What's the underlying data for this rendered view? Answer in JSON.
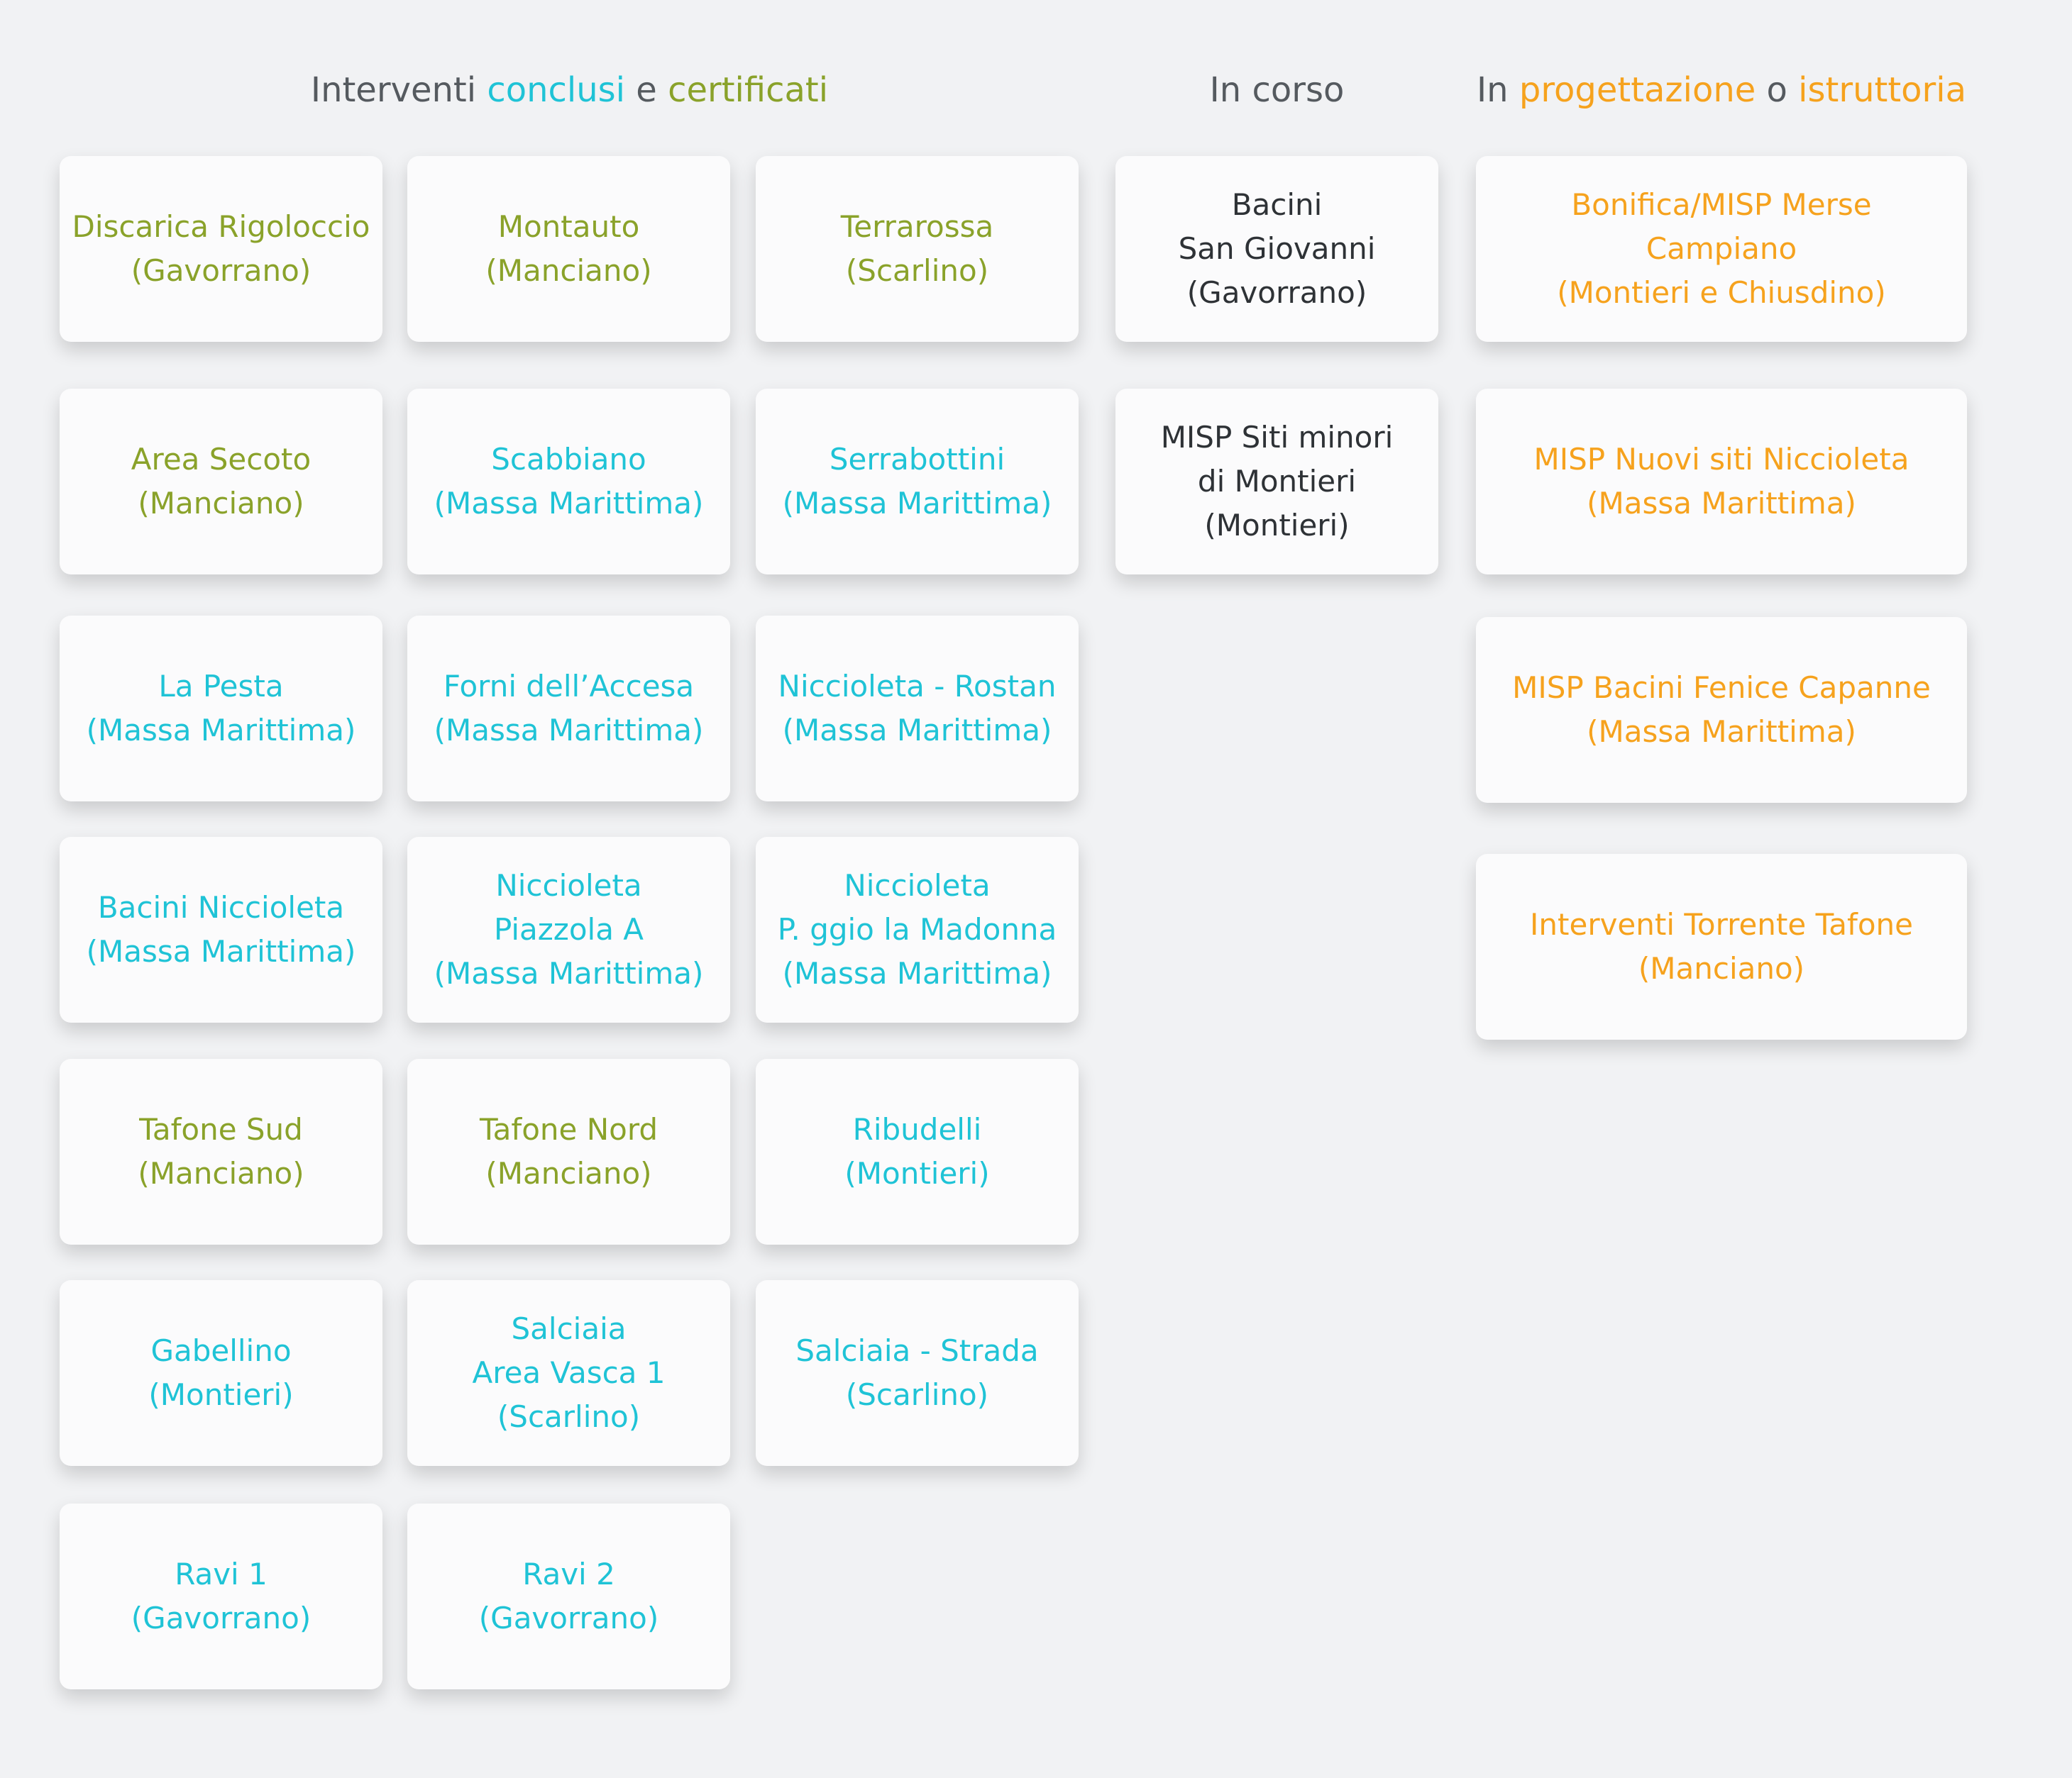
{
  "colors": {
    "green": "#8aa22a",
    "cyan": "#1fc3d6",
    "orange": "#f6a21d",
    "dark": "#2e3236",
    "header_gray": "#555a5f"
  },
  "headers": {
    "completed": {
      "prefix": "Interventi ",
      "word1": "conclusi",
      "mid": " e ",
      "word2": "certificati"
    },
    "in_progress": {
      "label": "In corso"
    },
    "planning": {
      "prefix": "In ",
      "word1": "progettazione",
      "mid": " o ",
      "word2": "istruttoria"
    }
  },
  "completed_cards": [
    {
      "label": "Discarica Rigoloccio\n(Gavorrano)",
      "status": "certified"
    },
    {
      "label": "Montauto\n(Manciano)",
      "status": "certified"
    },
    {
      "label": "Terrarossa\n(Scarlino)",
      "status": "certified"
    },
    {
      "label": "Area Secoto\n(Manciano)",
      "status": "certified"
    },
    {
      "label": "Scabbiano\n(Massa Marittima)",
      "status": "concluded"
    },
    {
      "label": "Serrabottini\n(Massa Marittima)",
      "status": "concluded"
    },
    {
      "label": "La Pesta\n(Massa Marittima)",
      "status": "concluded"
    },
    {
      "label": "Forni dell’Accesa\n(Massa Marittima)",
      "status": "concluded"
    },
    {
      "label": "Niccioleta - Rostan\n(Massa Marittima)",
      "status": "concluded"
    },
    {
      "label": "Bacini Niccioleta\n(Massa Marittima)",
      "status": "concluded"
    },
    {
      "label": "Niccioleta\nPiazzola A\n(Massa Marittima)",
      "status": "concluded"
    },
    {
      "label": "Niccioleta\nP. ggio la Madonna\n(Massa Marittima)",
      "status": "concluded"
    },
    {
      "label": "Tafone Sud\n(Manciano)",
      "status": "certified"
    },
    {
      "label": "Tafone Nord\n(Manciano)",
      "status": "certified"
    },
    {
      "label": "Ribudelli\n(Montieri)",
      "status": "concluded"
    },
    {
      "label": "Gabellino\n(Montieri)",
      "status": "concluded"
    },
    {
      "label": "Salciaia\nArea Vasca 1\n(Scarlino)",
      "status": "concluded"
    },
    {
      "label": "Salciaia - Strada\n(Scarlino)",
      "status": "concluded"
    },
    {
      "label": "Ravi 1\n(Gavorrano)",
      "status": "concluded"
    },
    {
      "label": "Ravi 2\n(Gavorrano)",
      "status": "concluded"
    }
  ],
  "in_progress_cards": [
    {
      "label": "Bacini\nSan Giovanni\n(Gavorrano)"
    },
    {
      "label": "MISP Siti minori\ndi Montieri\n(Montieri)"
    }
  ],
  "planning_cards": [
    {
      "label": "Bonifica/MISP Merse\nCampiano\n(Montieri e Chiusdino)"
    },
    {
      "label": "MISP Nuovi siti Niccioleta\n(Massa Marittima)"
    },
    {
      "label": "MISP Bacini Fenice Capanne\n(Massa Marittima)"
    },
    {
      "label": "Interventi Torrente Tafone\n(Manciano)"
    }
  ]
}
